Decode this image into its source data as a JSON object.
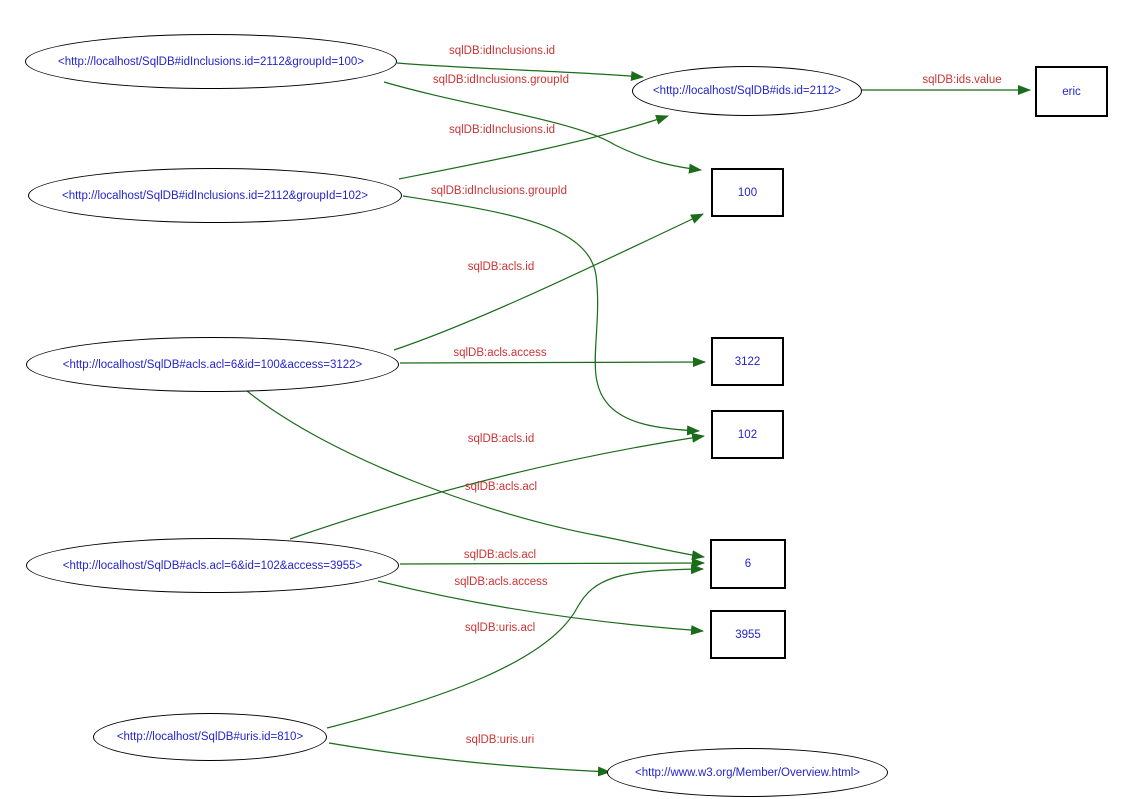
{
  "diagram": {
    "type": "rdf-graph",
    "colors": {
      "background": "#ffffff",
      "node_text": "#2424cc",
      "edge_label_text": "#cc3333",
      "edge_line": "#1a6b1a",
      "node_border": "#000000"
    },
    "nodes": [
      {
        "id": "idInclusions-2112-100",
        "shape": "ellipse",
        "label": "<http://localhost/SqlDB#idInclusions.id=2112&groupId=100>"
      },
      {
        "id": "idInclusions-2112-102",
        "shape": "ellipse",
        "label": "<http://localhost/SqlDB#idInclusions.id=2112&groupId=102>"
      },
      {
        "id": "ids-2112",
        "shape": "ellipse",
        "label": "<http://localhost/SqlDB#ids.id=2112>"
      },
      {
        "id": "acls-6-100-3122",
        "shape": "ellipse",
        "label": "<http://localhost/SqlDB#acls.acl=6&id=100&access=3122>"
      },
      {
        "id": "acls-6-102-3955",
        "shape": "ellipse",
        "label": "<http://localhost/SqlDB#acls.acl=6&id=102&access=3955>"
      },
      {
        "id": "uris-810",
        "shape": "ellipse",
        "label": "<http://localhost/SqlDB#uris.id=810>"
      },
      {
        "id": "overview-html",
        "shape": "ellipse",
        "label": "<http://www.w3.org/Member/Overview.html>"
      },
      {
        "id": "literal-eric",
        "shape": "box",
        "label": "eric"
      },
      {
        "id": "literal-100",
        "shape": "box",
        "label": "100"
      },
      {
        "id": "literal-3122",
        "shape": "box",
        "label": "3122"
      },
      {
        "id": "literal-102",
        "shape": "box",
        "label": "102"
      },
      {
        "id": "literal-6",
        "shape": "box",
        "label": "6"
      },
      {
        "id": "literal-3955",
        "shape": "box",
        "label": "3955"
      }
    ],
    "edges": [
      {
        "from": "idInclusions-2112-100",
        "to": "ids-2112",
        "label": "sqlDB:idInclusions.id"
      },
      {
        "from": "idInclusions-2112-100",
        "to": "literal-100",
        "label": "sqlDB:idInclusions.groupId"
      },
      {
        "from": "idInclusions-2112-102",
        "to": "ids-2112",
        "label": "sqlDB:idInclusions.id"
      },
      {
        "from": "idInclusions-2112-102",
        "to": "literal-102",
        "label": "sqlDB:idInclusions.groupId"
      },
      {
        "from": "ids-2112",
        "to": "literal-eric",
        "label": "sqlDB:ids.value"
      },
      {
        "from": "acls-6-100-3122",
        "to": "literal-100",
        "label": "sqlDB:acls.id"
      },
      {
        "from": "acls-6-100-3122",
        "to": "literal-3122",
        "label": "sqlDB:acls.access"
      },
      {
        "from": "acls-6-102-3955",
        "to": "literal-102",
        "label": "sqlDB:acls.id"
      },
      {
        "from": "acls-6-100-3122",
        "to": "literal-6",
        "label": "sqlDB:acls.acl"
      },
      {
        "from": "acls-6-102-3955",
        "to": "literal-6",
        "label": "sqlDB:acls.acl"
      },
      {
        "from": "acls-6-102-3955",
        "to": "literal-3955",
        "label": "sqlDB:acls.access"
      },
      {
        "from": "uris-810",
        "to": "literal-6",
        "label": "sqlDB:uris.acl"
      },
      {
        "from": "uris-810",
        "to": "overview-html",
        "label": "sqlDB:uris.uri"
      }
    ]
  }
}
